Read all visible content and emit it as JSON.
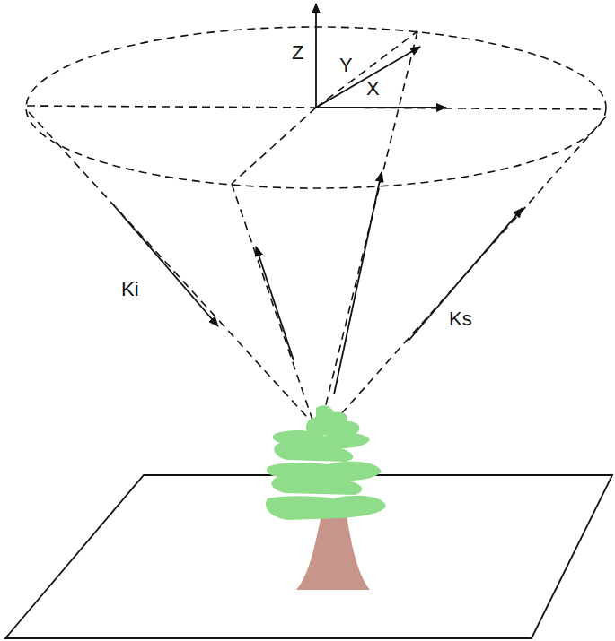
{
  "diagram": {
    "labels": [
      "Z",
      "Y",
      "X",
      "Ki",
      "Ks"
    ]
  }
}
